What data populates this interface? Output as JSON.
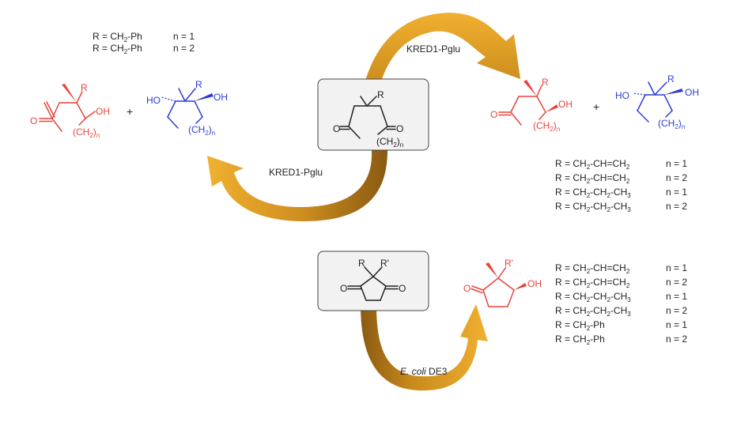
{
  "colors": {
    "ketol": "#e8443a",
    "diol": "#2b3dd6",
    "bond": "#222222",
    "arrow": "#e0a020",
    "arrow_dark": "#8a5a12",
    "box_bg": "#f2f2f2"
  },
  "enzymes": {
    "top": "KRED1-Pglu",
    "left": "KRED1-Pglu",
    "bottom_italic": "E. coli",
    "bottom_plain": "DE3"
  },
  "atoms": {
    "O": "O",
    "OH": "OH",
    "HO": "HO",
    "R": "R",
    "R_prime": "R'"
  },
  "chain": {
    "open": "(CH",
    "sub": "2",
    "close": ")",
    "n": "n"
  },
  "plus": "+",
  "top_left_list": [
    {
      "r": "R = CH",
      "sub": "2",
      "rest": "-Ph",
      "n": "n = 1"
    },
    {
      "r": "R = CH",
      "sub": "2",
      "rest": "-Ph",
      "n": "n = 2"
    }
  ],
  "top_right_list": [
    {
      "r": "R = CH",
      "sub": "2",
      "rest": "-CH=CH",
      "sub2": "2",
      "n": "n = 1"
    },
    {
      "r": "R = CH",
      "sub": "2",
      "rest": "-CH=CH",
      "sub2": "2",
      "n": "n = 2"
    },
    {
      "r": "R = CH",
      "sub": "2",
      "rest": "-CH",
      "sub2": "2",
      "rest2": "-CH",
      "sub3": "3",
      "n": "n = 1"
    },
    {
      "r": "R = CH",
      "sub": "2",
      "rest": "-CH",
      "sub2": "2",
      "rest2": "-CH",
      "sub3": "3",
      "n": "n = 2"
    }
  ],
  "bottom_list": [
    {
      "r": "R = CH",
      "sub": "2",
      "rest": "-CH=CH",
      "sub2": "2",
      "n": "n = 1"
    },
    {
      "r": "R = CH",
      "sub": "2",
      "rest": "-CH=CH",
      "sub2": "2",
      "n": "n = 2"
    },
    {
      "r": "R = CH",
      "sub": "2",
      "rest": "-CH",
      "sub2": "2",
      "rest2": "-CH",
      "sub3": "3",
      "n": "n = 1"
    },
    {
      "r": "R = CH",
      "sub": "2",
      "rest": "-CH",
      "sub2": "2",
      "rest2": "-CH",
      "sub3": "3",
      "n": "n = 2"
    },
    {
      "r": "R = CH",
      "sub": "2",
      "rest": "-Ph",
      "n": "n = 1"
    },
    {
      "r": "R = CH",
      "sub": "2",
      "rest": "-Ph",
      "n": "n = 2"
    }
  ]
}
